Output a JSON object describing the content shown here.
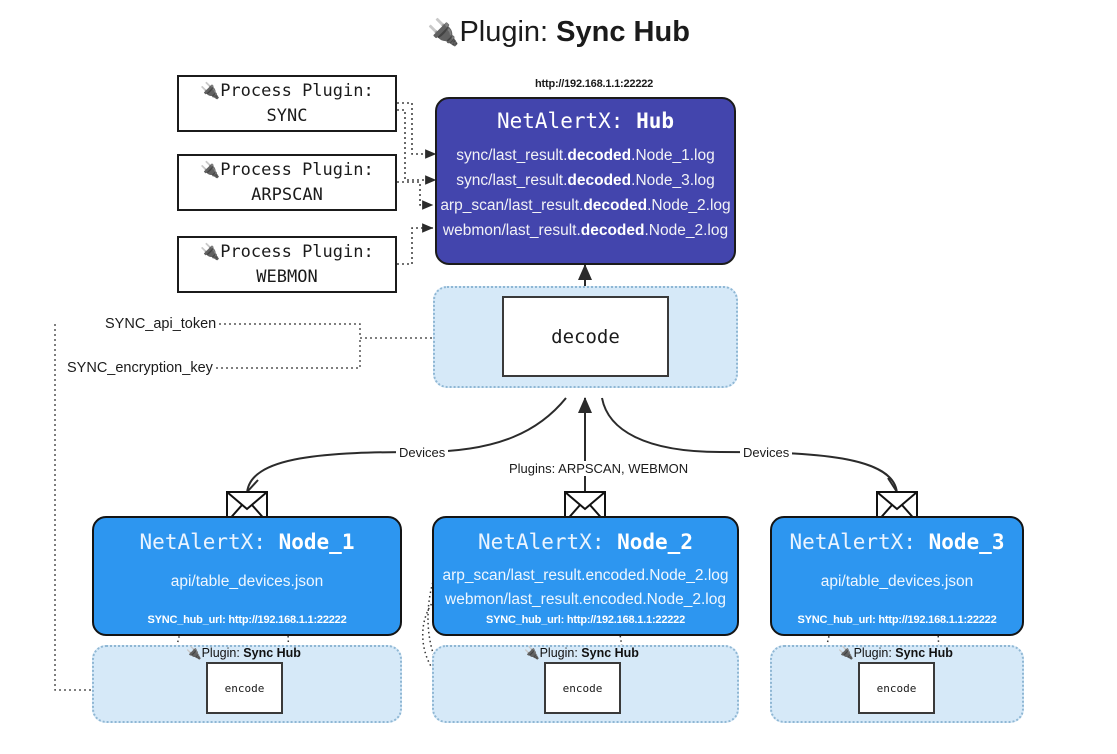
{
  "title": {
    "icon": "electric-plug-icon",
    "icon_glyph": "🔌",
    "lead": "Plugin: ",
    "strong": "Sync Hub"
  },
  "process_plugins": [
    {
      "icon_glyph": "🔌",
      "line1": "Process Plugin:",
      "line2": "SYNC"
    },
    {
      "icon_glyph": "🔌",
      "line1": "Process Plugin:",
      "line2": "ARPSCAN"
    },
    {
      "icon_glyph": "🔌",
      "line1": "Process Plugin:",
      "line2": "WEBMON"
    }
  ],
  "hub": {
    "url": "http://192.168.1.1:22222",
    "title_prefix": "NetAlertX: ",
    "title_name": "Hub",
    "lines": [
      {
        "pre": "sync/last_result.",
        "bold": "decoded",
        "post": ".Node_1.log"
      },
      {
        "pre": "sync/last_result.",
        "bold": "decoded",
        "post": ".Node_3.log"
      },
      {
        "pre": "arp_scan/last_result.",
        "bold": "decoded",
        "post": ".Node_2.log"
      },
      {
        "pre": "webmon/last_result.",
        "bold": "decoded",
        "post": ".Node_2.log"
      }
    ]
  },
  "decode": {
    "label": "decode"
  },
  "secrets": [
    {
      "label": "SYNC_api_token"
    },
    {
      "label": "SYNC_encryption_key"
    }
  ],
  "edges": {
    "devices_left": "Devices",
    "devices_right": "Devices",
    "plugins_center": "Plugins: ARPSCAN, WEBMON"
  },
  "nodes": [
    {
      "title_prefix": "NetAlertX: ",
      "title_name": "Node_1",
      "lines": [
        "api/table_devices.json"
      ],
      "footer": "SYNC_hub_url: http://192.168.1.1:22222",
      "envelope_icon": "envelope-icon"
    },
    {
      "title_prefix": "NetAlertX: ",
      "title_name": "Node_2",
      "lines": [
        "arp_scan/last_result.encoded.Node_2.log",
        "webmon/last_result.encoded.Node_2.log"
      ],
      "footer": "SYNC_hub_url: http://192.168.1.1:22222",
      "envelope_icon": "envelope-icon"
    },
    {
      "title_prefix": "NetAlertX: ",
      "title_name": "Node_3",
      "lines": [
        "api/table_devices.json"
      ],
      "footer": "SYNC_hub_url: http://192.168.1.1:22222",
      "envelope_icon": "envelope-icon"
    }
  ],
  "encoders": [
    {
      "panel_icon_glyph": "🔌",
      "panel_lead": "Plugin: ",
      "panel_strong": "Sync Hub",
      "label": "encode"
    },
    {
      "panel_icon_glyph": "🔌",
      "panel_lead": "Plugin: ",
      "panel_strong": "Sync Hub",
      "label": "encode"
    },
    {
      "panel_icon_glyph": "🔌",
      "panel_lead": "Plugin: ",
      "panel_strong": "Sync Hub",
      "label": "encode"
    }
  ],
  "colors": {
    "hub_fill": "#4345ad",
    "node_fill": "#2d96f0",
    "panel_fill": "#d6e9f8",
    "panel_border": "#8fb7d4",
    "stroke": "#1b1b1b"
  }
}
